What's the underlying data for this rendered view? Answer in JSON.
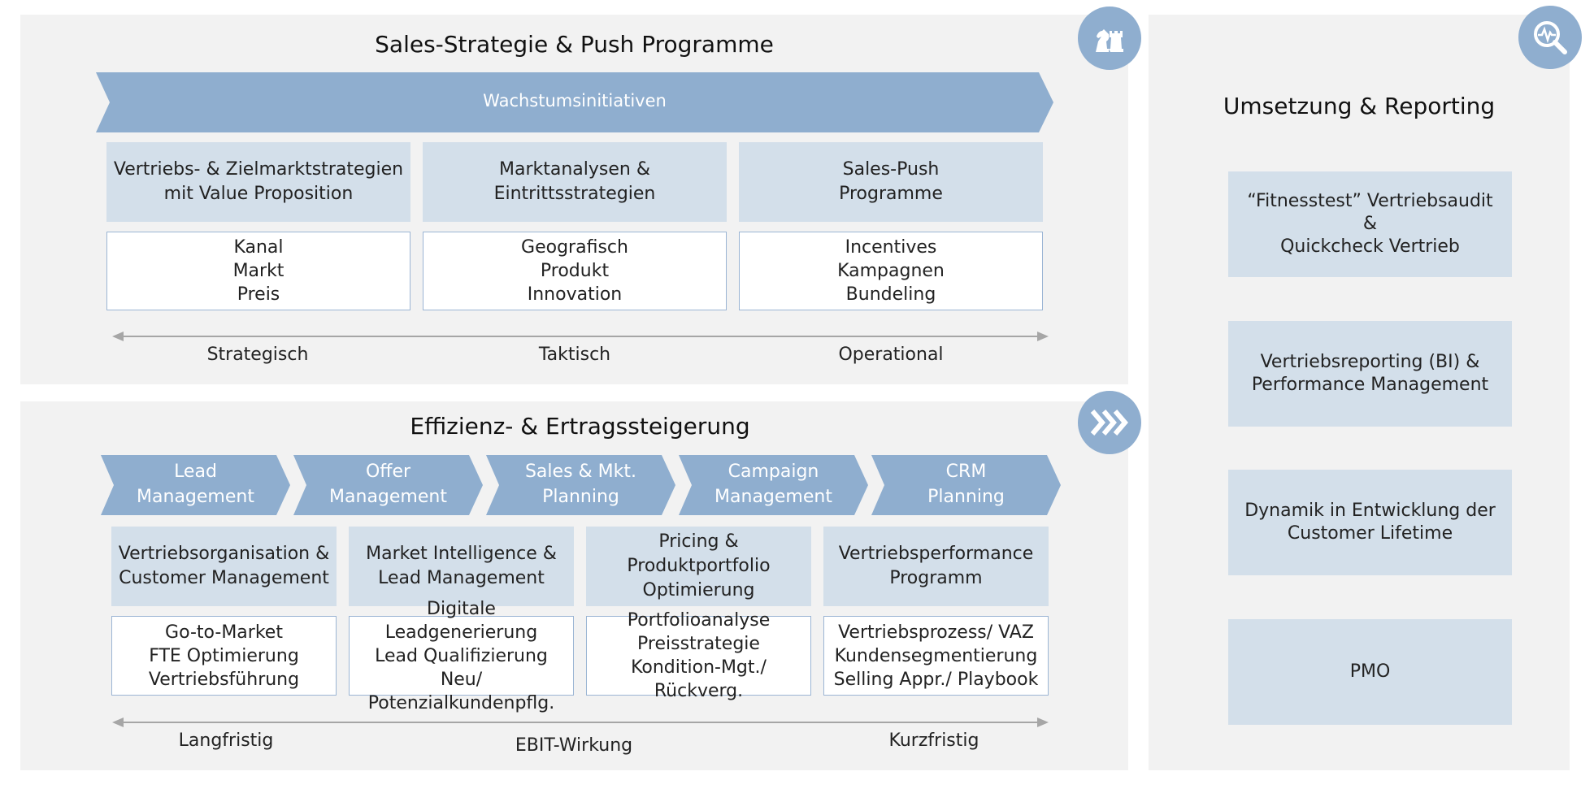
{
  "section1": {
    "title": "Sales-Strategie & Push Programme",
    "band_label": "Wachstumsinitiativen",
    "columns": [
      {
        "heading": "Vertriebs- & Zielmarktstrategien\nmit Value Proposition",
        "items": "Kanal\nMarkt\nPreis"
      },
      {
        "heading": "Marktanalysen &\nEintrittsstrategien",
        "items": "Geografisch\nProdukt\nInnovation"
      },
      {
        "heading": "Sales-Push\nProgramme",
        "items": "Incentives\nKampagnen\nBundeling"
      }
    ],
    "axis_labels": [
      "Strategisch",
      "Taktisch",
      "Operational"
    ],
    "icon": "chess-pieces-icon"
  },
  "section2": {
    "title": "Effizienz- & Ertragssteigerung",
    "chevrons": [
      "Lead\nManagement",
      "Offer\nManagement",
      "Sales & Mkt.\nPlanning",
      "Campaign\nManagement",
      "CRM\nPlanning"
    ],
    "columns": [
      {
        "heading": "Vertriebsorganisation &\nCustomer Management",
        "items": "Go-to-Market\nFTE Optimierung\nVertriebsführung"
      },
      {
        "heading": "Market Intelligence &\nLead Management",
        "items": "Digitale Leadgenerierung\nLead Qualifizierung\nNeu/ Potenzialkundenpflg."
      },
      {
        "heading": "Pricing & Produktportfolio\nOptimierung",
        "items": "Portfolioanalyse\nPreisstrategie\nKondition-Mgt./ Rückverg."
      },
      {
        "heading": "Vertriebsperformance\nProgramm",
        "items": "Vertriebsprozess/ VAZ\nKundensegmentierung\nSelling Appr./ Playbook"
      }
    ],
    "axis_labels": [
      "Langfristig",
      "EBIT-Wirkung",
      "Kurzfristig"
    ],
    "icon": "fast-forward-chevrons-icon"
  },
  "section3": {
    "title": "Umsetzung & Reporting",
    "boxes": [
      "“Fitnesstest” Vertriebsaudit &\nQuickcheck Vertrieb",
      "Vertriebsreporting (BI) &\nPerformance Management",
      "Dynamik in Entwicklung der\nCustomer Lifetime",
      "PMO"
    ],
    "icon": "magnifier-pulse-icon"
  },
  "colors": {
    "panel_bg": "#f2f2f2",
    "accent_blue": "#8faecf",
    "light_box": "#d3dfea",
    "outline": "#9bb5d4",
    "axis_gray": "#a6a6a6"
  }
}
